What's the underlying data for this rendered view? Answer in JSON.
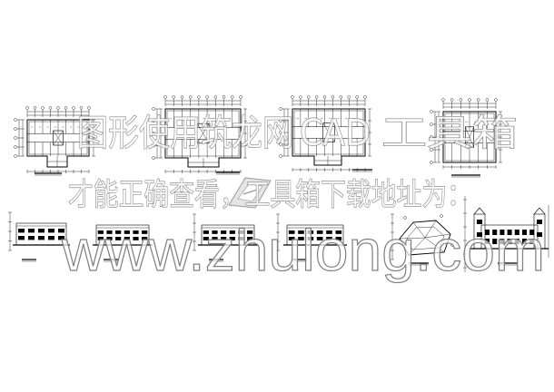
{
  "watermark": {
    "line1_a": "图形使用筑龙网",
    "line1_cad": "CAD",
    "line1_b": "工具箱",
    "line2": "才能正确查看，工具箱下载地址为：",
    "url": "www.zhulong.com"
  },
  "colors": {
    "background": "#ffffff",
    "linework": "#000000",
    "watermark_stroke": "#808080"
  },
  "icons": {
    "logo": "zhulong-logo"
  }
}
